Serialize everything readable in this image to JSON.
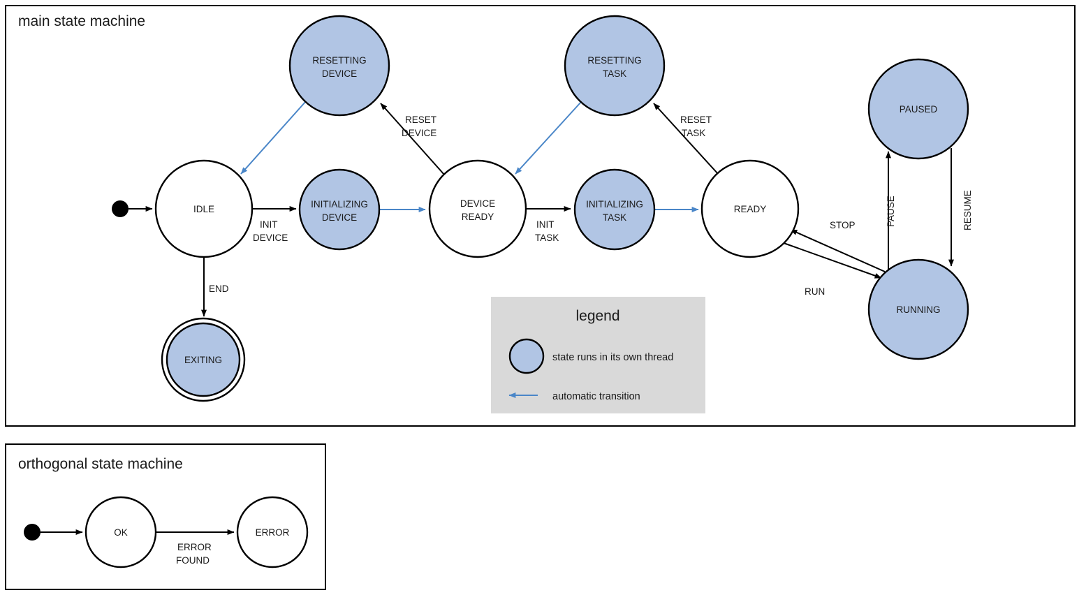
{
  "frames": [
    {
      "id": "main",
      "title": "main state machine"
    },
    {
      "id": "orthogonal",
      "title": "orthogonal state machine"
    }
  ],
  "colors": {
    "thread_state_fill": "#b1c5e4",
    "plain_state_fill": "#ffffff",
    "stroke": "#000000",
    "automatic_transition": "#4a86c8",
    "legend_background": "#d9d9d9"
  },
  "main": {
    "title": "main state machine",
    "states": [
      {
        "id": "idle",
        "label_lines": [
          "IDLE"
        ],
        "thread": false,
        "final": false
      },
      {
        "id": "resetting-device",
        "label_lines": [
          "RESETTING",
          "DEVICE"
        ],
        "thread": true,
        "final": false
      },
      {
        "id": "initializing-device",
        "label_lines": [
          "INITIALIZING",
          "DEVICE"
        ],
        "thread": true,
        "final": false
      },
      {
        "id": "device-ready",
        "label_lines": [
          "DEVICE",
          "READY"
        ],
        "thread": false,
        "final": false
      },
      {
        "id": "resetting-task",
        "label_lines": [
          "RESETTING",
          "TASK"
        ],
        "thread": true,
        "final": false
      },
      {
        "id": "initializing-task",
        "label_lines": [
          "INITIALIZING",
          "TASK"
        ],
        "thread": true,
        "final": false
      },
      {
        "id": "ready",
        "label_lines": [
          "READY"
        ],
        "thread": false,
        "final": false
      },
      {
        "id": "paused",
        "label_lines": [
          "PAUSED"
        ],
        "thread": true,
        "final": false
      },
      {
        "id": "running",
        "label_lines": [
          "RUNNING"
        ],
        "thread": true,
        "final": false
      },
      {
        "id": "exiting",
        "label_lines": [
          "EXITING"
        ],
        "thread": true,
        "final": true
      }
    ],
    "transitions": [
      {
        "id": "start-idle",
        "from": "start",
        "to": "idle",
        "label_lines": [],
        "automatic": false
      },
      {
        "id": "idle-initdev",
        "from": "idle",
        "to": "initializing-device",
        "label_lines": [
          "INIT",
          "DEVICE"
        ],
        "automatic": false
      },
      {
        "id": "idle-exiting",
        "from": "idle",
        "to": "exiting",
        "label_lines": [
          "END"
        ],
        "automatic": false
      },
      {
        "id": "initdev-devready",
        "from": "initializing-device",
        "to": "device-ready",
        "label_lines": [],
        "automatic": true
      },
      {
        "id": "devready-resetdev",
        "from": "device-ready",
        "to": "resetting-device",
        "label_lines": [
          "RESET",
          "DEVICE"
        ],
        "automatic": false
      },
      {
        "id": "resetdev-idle",
        "from": "resetting-device",
        "to": "idle",
        "label_lines": [],
        "automatic": true
      },
      {
        "id": "devready-inittask",
        "from": "device-ready",
        "to": "initializing-task",
        "label_lines": [
          "INIT",
          "TASK"
        ],
        "automatic": false
      },
      {
        "id": "inittask-ready",
        "from": "initializing-task",
        "to": "ready",
        "label_lines": [],
        "automatic": true
      },
      {
        "id": "ready-resettask",
        "from": "ready",
        "to": "resetting-task",
        "label_lines": [
          "RESET",
          "TASK"
        ],
        "automatic": false
      },
      {
        "id": "resettask-devready",
        "from": "resetting-task",
        "to": "device-ready",
        "label_lines": [],
        "automatic": true
      },
      {
        "id": "ready-running",
        "from": "ready",
        "to": "running",
        "label_lines": [
          "RUN"
        ],
        "automatic": false
      },
      {
        "id": "running-ready",
        "from": "running",
        "to": "ready",
        "label_lines": [
          "STOP"
        ],
        "automatic": false
      },
      {
        "id": "running-paused",
        "from": "running",
        "to": "paused",
        "label_lines": [
          "PAUSE"
        ],
        "automatic": false
      },
      {
        "id": "paused-running",
        "from": "paused",
        "to": "running",
        "label_lines": [
          "RESUME"
        ],
        "automatic": false
      }
    ],
    "edge_labels": {
      "init_device": [
        "INIT",
        "DEVICE"
      ],
      "end": [
        "END"
      ],
      "reset_device": [
        "RESET",
        "DEVICE"
      ],
      "init_task": [
        "INIT",
        "TASK"
      ],
      "reset_task": [
        "RESET",
        "TASK"
      ],
      "run": [
        "RUN"
      ],
      "stop": [
        "STOP"
      ],
      "pause": [
        "PAUSE"
      ],
      "resume": [
        "RESUME"
      ]
    }
  },
  "legend": {
    "title": "legend",
    "items": [
      {
        "id": "thread-state",
        "symbol": "filled-circle",
        "text": "state runs in its own thread"
      },
      {
        "id": "auto-transition",
        "symbol": "blue-arrow-left",
        "text": "automatic transition"
      }
    ]
  },
  "orthogonal": {
    "title": "orthogonal state machine",
    "states": [
      {
        "id": "ok",
        "label_lines": [
          "OK"
        ],
        "thread": false,
        "final": false
      },
      {
        "id": "error",
        "label_lines": [
          "ERROR"
        ],
        "thread": false,
        "final": false
      }
    ],
    "transitions": [
      {
        "id": "start-ok",
        "from": "start",
        "to": "ok",
        "label_lines": [],
        "automatic": false
      },
      {
        "id": "ok-error",
        "from": "ok",
        "to": "error",
        "label_lines": [
          "ERROR",
          "FOUND"
        ],
        "automatic": false
      }
    ]
  }
}
